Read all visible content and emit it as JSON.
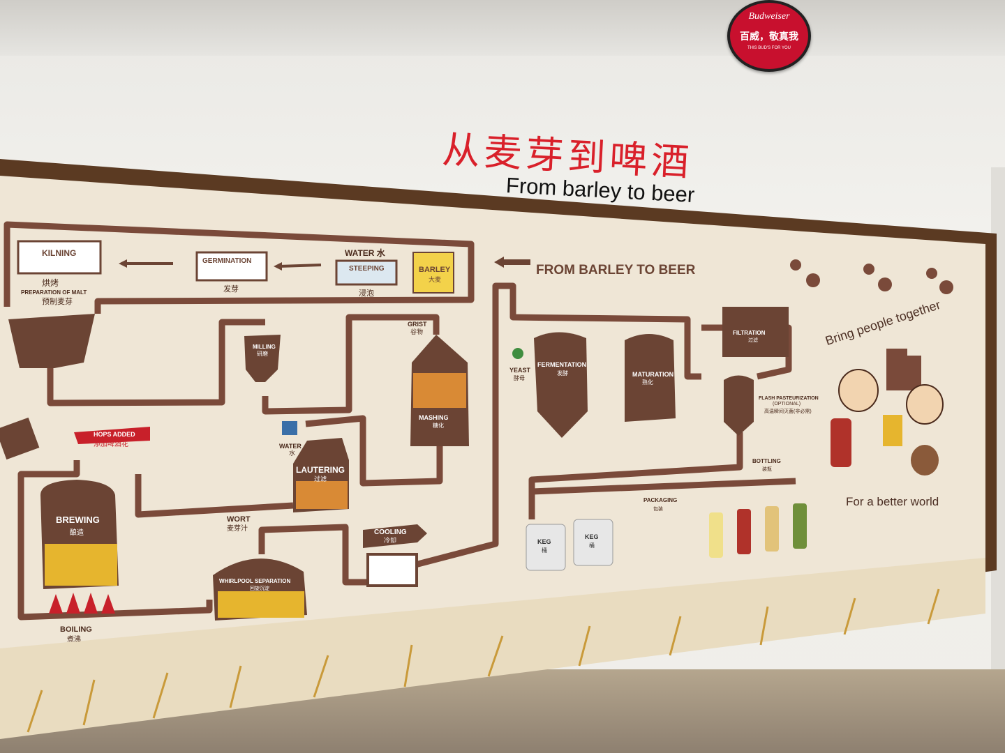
{
  "logo": {
    "brand": "Budweiser",
    "cn": "百威，敬真我",
    "en": "THIS BUD'S FOR YOU"
  },
  "heading": {
    "cn": "从麦芽到啤酒",
    "en": "From barley to beer"
  },
  "banner": {
    "arrow_label": "FROM BARLEY TO BEER"
  },
  "steps": {
    "kilning": "KILNING",
    "kilning_cn": "烘烤",
    "malt_prep": "PREPARATION OF MALT",
    "malt_prep_cn": "预制麦芽",
    "germination": "GERMINATION",
    "germination_cn": "发芽",
    "water_top": "WATER 水",
    "steeping": "STEEPING",
    "steeping_cn": "浸泡",
    "barley": "BARLEY",
    "barley_cn": "大麦",
    "grist": "GRIST",
    "grist_cn": "谷物",
    "milling": "MILLING",
    "milling_cn": "研磨",
    "mashing": "MASHING",
    "mashing_cn": "糖化",
    "water_mid": "WATER",
    "water_mid_cn": "水",
    "lautering": "LAUTERING",
    "lautering_cn": "过滤",
    "hops": "HOPS ADDED",
    "hops_cn": "添加啤酒花",
    "brewing": "BREWING",
    "brewing_cn": "酿造",
    "wort": "WORT",
    "wort_cn": "麦芽汁",
    "whirlpool": "WHIRLPOOL SEPARATION",
    "whirlpool_cn": "回旋沉淀",
    "boiling": "BOILING",
    "boiling_cn": "煮沸",
    "cooling": "COOLING",
    "cooling_cn": "冷却",
    "yeast": "YEAST",
    "yeast_cn": "酵母",
    "fermentation": "FERMENTATION",
    "fermentation_cn": "发酵",
    "maturation": "MATURATION",
    "maturation_cn": "熟化",
    "filtration": "FILTRATION",
    "filtration_cn": "过滤",
    "flash": "FLASH PASTEURIZATION",
    "flash_opt": "(OPTIONAL)",
    "flash_cn": "高温瞬间灭菌(非必需)",
    "bottling": "BOTTLING",
    "bottling_cn": "装瓶",
    "packaging": "PACKAGING",
    "packaging_cn": "包装",
    "keg": "KEG",
    "keg_cn": "桶"
  },
  "slogan": {
    "top": "Bring people together",
    "bottom": "For a better world"
  },
  "colors": {
    "pipe": "#7a4a3a",
    "accent": "#c8202a",
    "wood": "#5b3a22",
    "canvas": "#efe6d6",
    "text_red": "#d9202a"
  }
}
